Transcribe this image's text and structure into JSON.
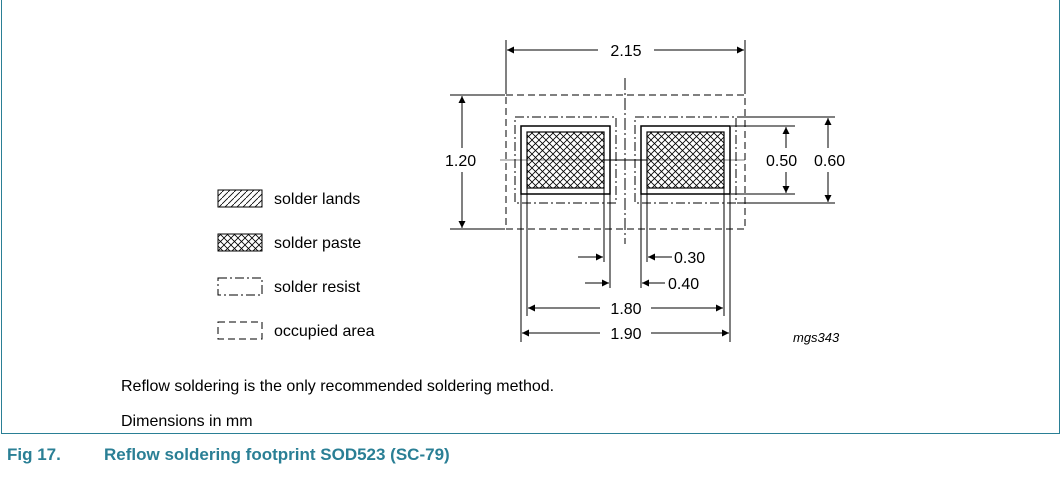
{
  "dimensions": {
    "total_width": "2.15",
    "height": "1.20",
    "land_height": "0.50",
    "resist_height": "0.60",
    "gap_a": "0.30",
    "gap_b": "0.40",
    "span_a": "1.80",
    "span_b": "1.90"
  },
  "legend": {
    "items": [
      {
        "label": "solder lands"
      },
      {
        "label": "solder paste"
      },
      {
        "label": "solder resist"
      },
      {
        "label": "occupied area"
      }
    ]
  },
  "drawing_code": "mgs343",
  "notes": {
    "line1": "Reflow soldering is the only recommended soldering method.",
    "line2": "Dimensions in mm"
  },
  "caption": {
    "number": "Fig 17.",
    "title": "Reflow soldering footprint SOD523 (SC-79)"
  },
  "colors": {
    "accent": "#2a7f95",
    "ink": "#000000"
  }
}
